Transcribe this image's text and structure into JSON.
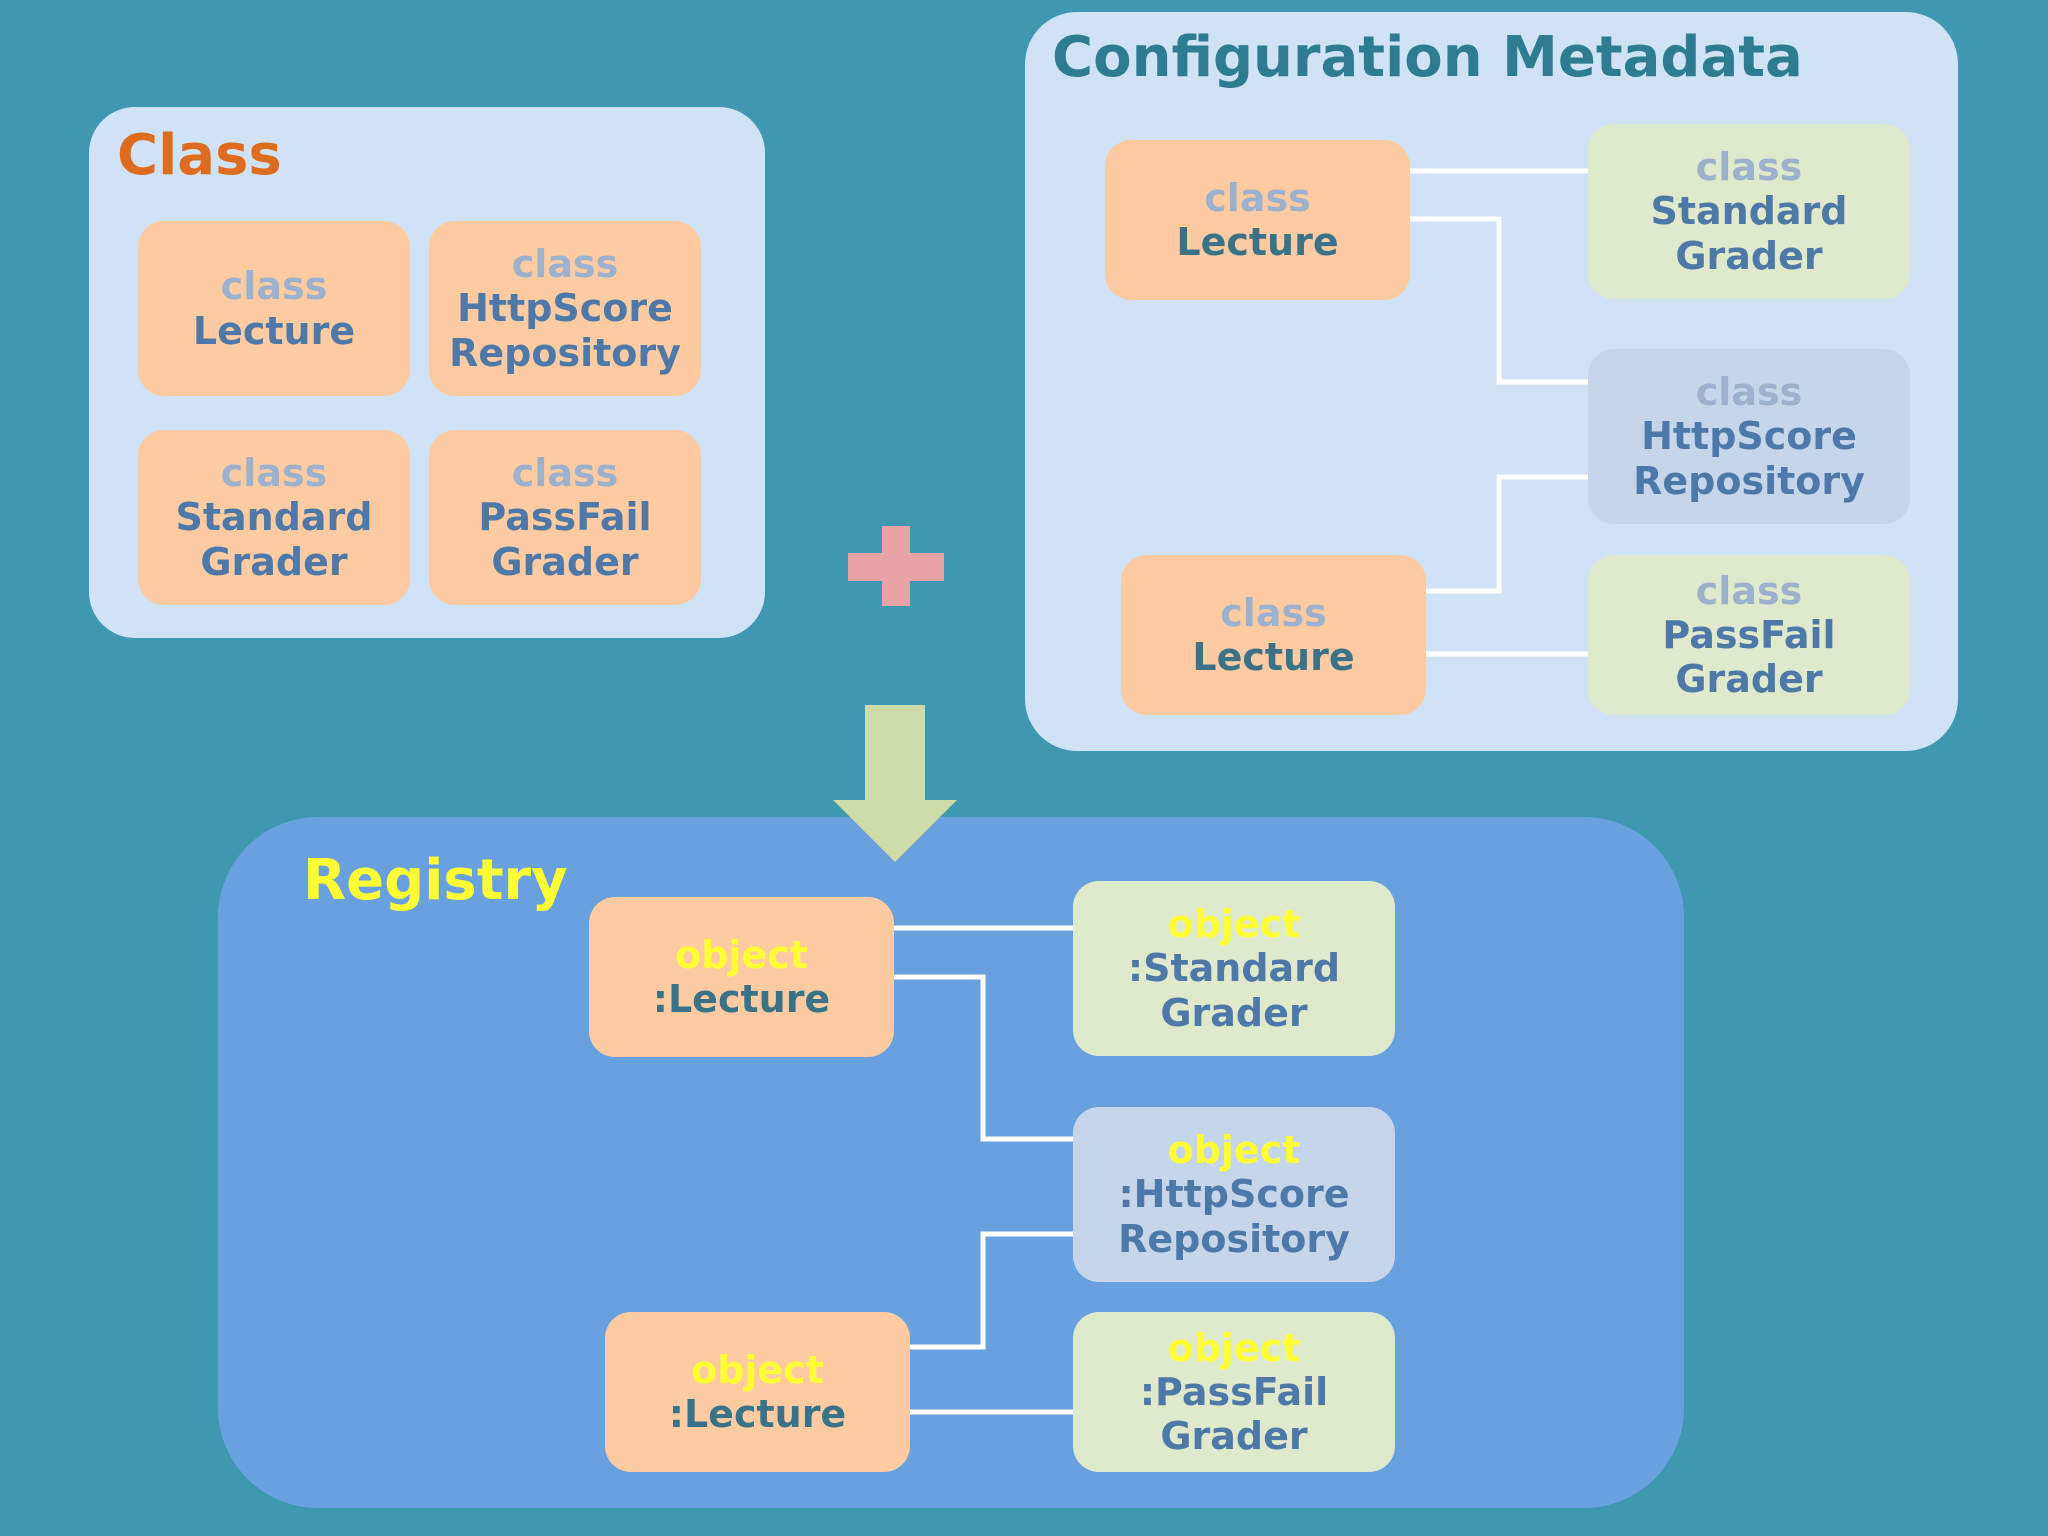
{
  "class_panel": {
    "title": "Class",
    "boxes": [
      {
        "keyword": "class",
        "name_lines": [
          "Lecture"
        ]
      },
      {
        "keyword": "class",
        "name_lines": [
          "HttpScore",
          "Repository"
        ]
      },
      {
        "keyword": "class",
        "name_lines": [
          "Standard",
          "Grader"
        ]
      },
      {
        "keyword": "class",
        "name_lines": [
          "PassFail",
          "Grader"
        ]
      }
    ]
  },
  "config_panel": {
    "title": "Configuration Metadata",
    "boxes": [
      {
        "keyword": "class",
        "name_lines": [
          "Lecture"
        ]
      },
      {
        "keyword": "class",
        "name_lines": [
          "Standard",
          "Grader"
        ]
      },
      {
        "keyword": "class",
        "name_lines": [
          "HttpScore",
          "Repository"
        ]
      },
      {
        "keyword": "class",
        "name_lines": [
          "Lecture"
        ]
      },
      {
        "keyword": "class",
        "name_lines": [
          "PassFail",
          "Grader"
        ]
      }
    ]
  },
  "registry_panel": {
    "title": "Registry",
    "boxes": [
      {
        "keyword": "object",
        "name_lines": [
          ":Lecture"
        ]
      },
      {
        "keyword": "object",
        "name_lines": [
          ":Standard",
          "Grader"
        ]
      },
      {
        "keyword": "object",
        "name_lines": [
          ":HttpScore",
          "Repository"
        ]
      },
      {
        "keyword": "object",
        "name_lines": [
          ":Lecture"
        ]
      },
      {
        "keyword": "object",
        "name_lines": [
          ":PassFail",
          "Grader"
        ]
      }
    ]
  },
  "colors": {
    "background": "#3f97b0",
    "panel": "#d0e3f6",
    "registry_panel": "#68a1dd",
    "class_box": "#fdcba1",
    "grader_box": "#dfe9cb",
    "repository_box": "#c6d6ea",
    "plus": "#e7a3a6",
    "arrow": "#cddca8",
    "connector": "#ffffff"
  },
  "icons": {
    "plus": "plus-icon",
    "arrow": "arrow-down-icon"
  }
}
